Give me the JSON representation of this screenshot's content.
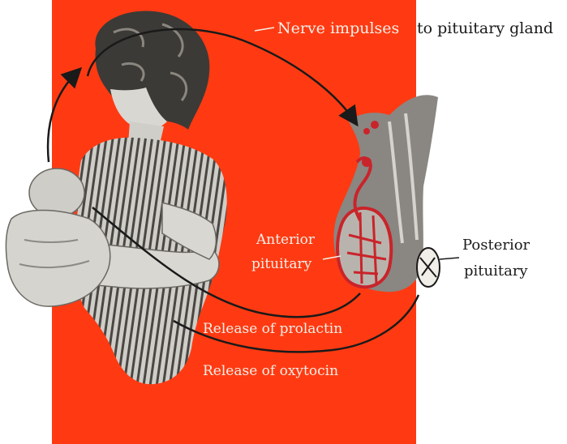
{
  "colors": {
    "background": "#ffffff",
    "panel": "#ff3a12",
    "line": "#1a1a1a",
    "label_on_red": "#f4efe8",
    "label_on_white": "#1a1a1a",
    "skin": "#d9d7d2",
    "hair": "#3c3a36",
    "gland": "#8a8682",
    "vessel": "#c9242a"
  },
  "labels": {
    "nerve_part1": "Nerve impulses",
    "nerve_part2": "to pituitary gland",
    "anterior_line1": "Anterior",
    "anterior_line2": "pituitary",
    "posterior_line1": "Posterior",
    "posterior_line2": "pituitary",
    "prolactin": "Release of prolactin",
    "oxytocin": "Release of oxytocin"
  },
  "icons": {
    "mother": "mother-figure-icon",
    "baby": "nursing-baby-icon",
    "gland": "pituitary-gland-icon"
  }
}
